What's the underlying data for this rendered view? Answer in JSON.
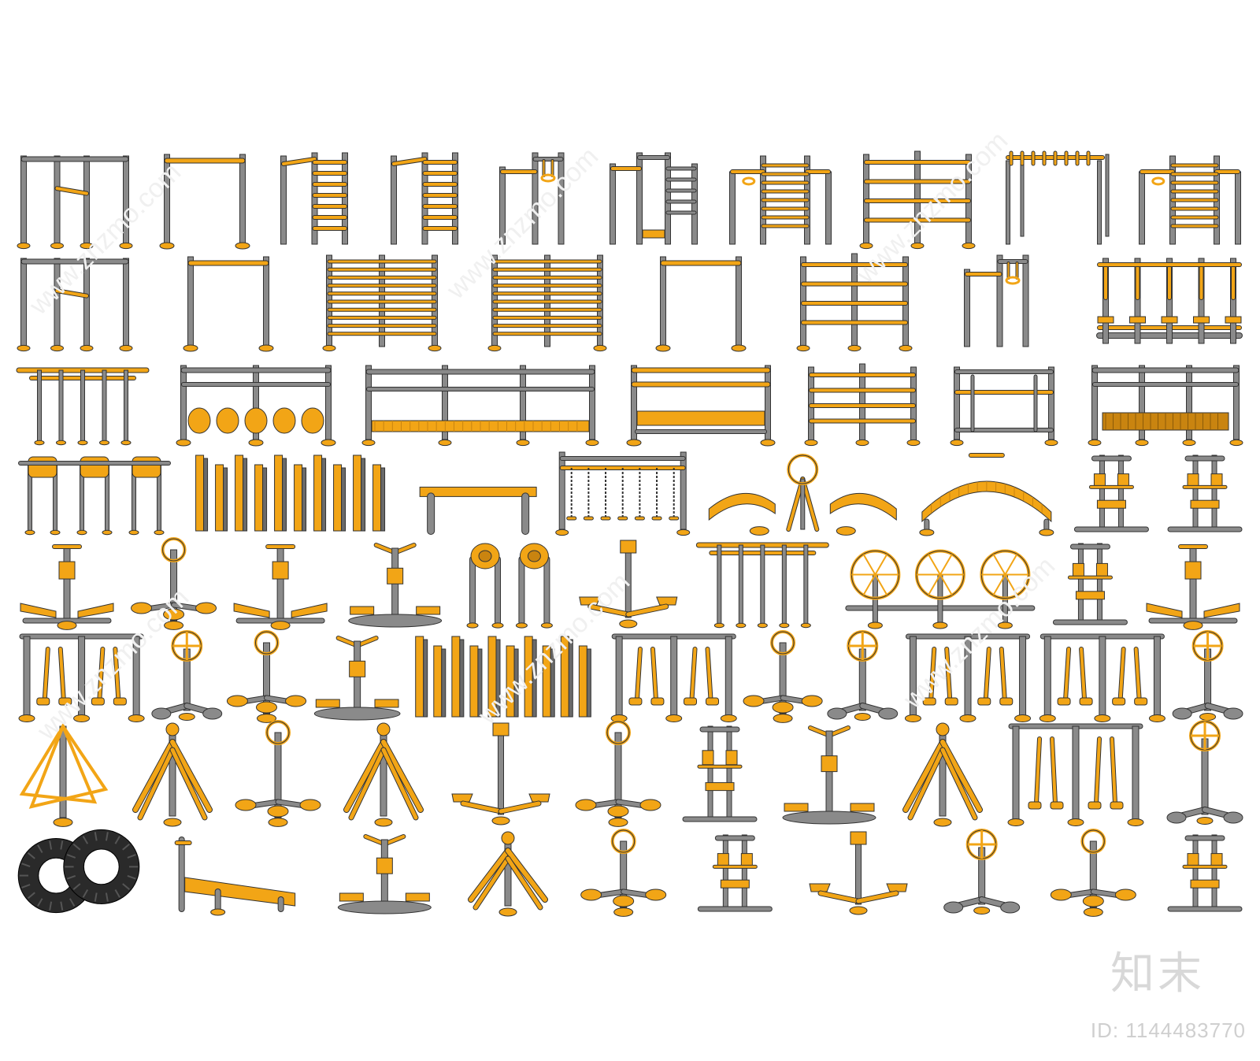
{
  "watermark": {
    "brand": "知末",
    "id_label": "ID: 1144483770",
    "diagonal_text": "www.znzmo.com"
  },
  "colors": {
    "frame": "#8a8a8a",
    "frame_dark": "#6a6a6a",
    "accent": "#f2a516",
    "accent_dark": "#c98410",
    "outline": "#333333",
    "tire": "#2a2a2a"
  },
  "catalog": [
    {
      "row": 1,
      "items": [
        "pull-up-rig",
        "single-bar",
        "ladder-bar",
        "ladder-bar",
        "ring-bar",
        "swing-frame",
        "ring-ladder",
        "wide-ladder",
        "monkey-bars",
        "ring-ladder"
      ]
    },
    {
      "row": 2,
      "items": [
        "pull-up-rig",
        "single-bar",
        "wall-ladder",
        "wall-ladder",
        "single-bar",
        "wide-ladder",
        "ring-bar",
        "sit-up-rack"
      ]
    },
    {
      "row": 3,
      "items": [
        "parallel-bars",
        "roller-fence",
        "balance-beam",
        "bench-fence",
        "wide-ladder",
        "box-frame",
        "deck-fence"
      ]
    },
    {
      "row": 4,
      "items": [
        "roller-stands",
        "step-blocks",
        "bench",
        "chain-ladder",
        "seesaw-wheel",
        "arch-walk",
        "multi-station",
        "multi-station"
      ]
    },
    {
      "row": 5,
      "items": [
        "leg-press",
        "twister-seats",
        "leg-press",
        "rower",
        "wheel-pair",
        "pedal-bike",
        "parallel-bars",
        "wheel-row",
        "multi-station",
        "leg-press"
      ]
    },
    {
      "row": 6,
      "items": [
        "walker-row",
        "hand-wheel",
        "twister-seats",
        "rower",
        "step-blocks",
        "walker-row",
        "twister-seats",
        "hand-wheel",
        "walker-row",
        "walker-row",
        "hand-wheel"
      ]
    },
    {
      "row": 7,
      "items": [
        "hoop-rack",
        "arc-stretcher",
        "twister-seats",
        "arc-stretcher",
        "pedal-bike",
        "twister-seats",
        "multi-station",
        "rower",
        "arc-stretcher",
        "walker-row",
        "hand-wheel"
      ]
    },
    {
      "row": 8,
      "items": [
        "tires",
        "sit-up-board",
        "rower",
        "arc-stretcher",
        "twister-seats",
        "multi-station",
        "pedal-bike",
        "hand-wheel",
        "twister-seats",
        "multi-station"
      ]
    }
  ]
}
